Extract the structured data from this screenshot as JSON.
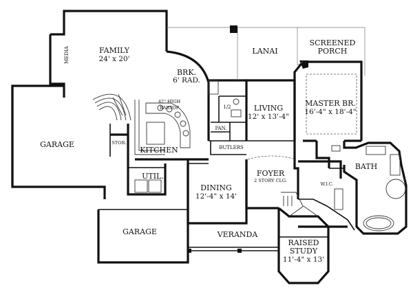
{
  "rooms": {
    "family": {
      "name": "FAMILY",
      "dims": "24' x 20'"
    },
    "media": {
      "name": "MEDIA"
    },
    "brk": {
      "name": "BRK.",
      "dims": "6' RAD."
    },
    "bartop": {
      "line1": "42\" HIGH",
      "line2": "BARTOP"
    },
    "lanai": {
      "name": "LANAI"
    },
    "screened_porch": {
      "line1": "SCREENED",
      "line2": "PORCH"
    },
    "master": {
      "name": "MASTER BR.",
      "dims": "16'-4\" x 18'-4\""
    },
    "living": {
      "name": "LIVING",
      "dims": "12' x 13'-4\""
    },
    "half_bath": {
      "name": "1/2"
    },
    "pantry": {
      "name": "PAN."
    },
    "butlers": {
      "name": "BUTLERS"
    },
    "kitchen": {
      "name": "KITCHEN"
    },
    "storage": {
      "name": "STOR."
    },
    "garage_left": {
      "name": "GARAGE"
    },
    "garage_bottom": {
      "name": "GARAGE"
    },
    "utility": {
      "name": "UTIL."
    },
    "dining": {
      "name": "DINING",
      "dims": "12'-4\" x 14'"
    },
    "foyer": {
      "name": "FOYER",
      "note": "2 STORY CLG."
    },
    "wic": {
      "name": "W.I.C."
    },
    "bath": {
      "name": "BATH"
    },
    "veranda": {
      "name": "VERANDA"
    },
    "study": {
      "line1": "RAISED",
      "line2": "STUDY",
      "dims": "11'-4\" x 13'"
    }
  }
}
